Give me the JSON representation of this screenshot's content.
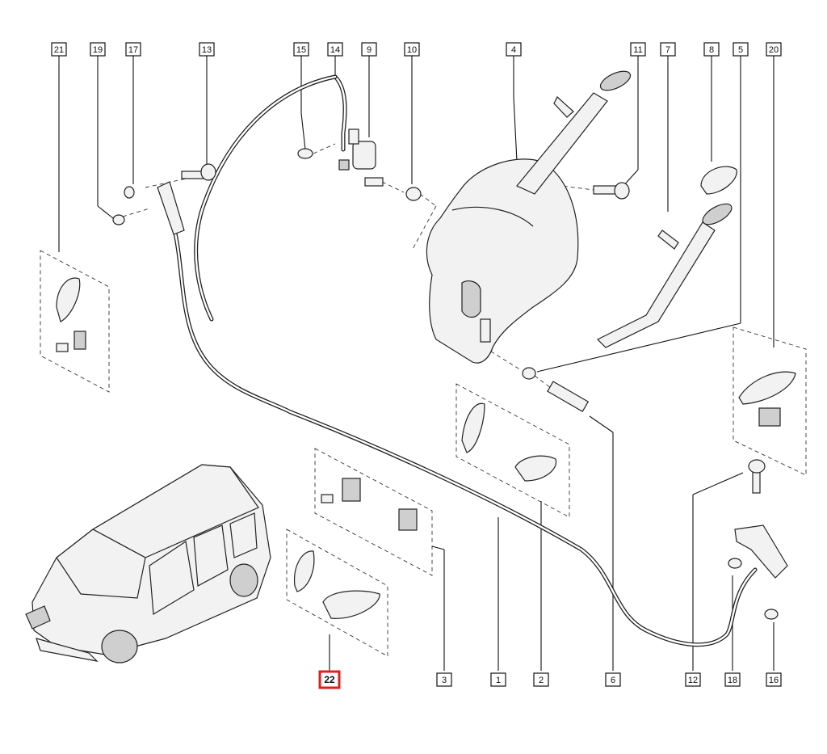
{
  "callouts": [
    {
      "id": "21",
      "selected": false
    },
    {
      "id": "19",
      "selected": false
    },
    {
      "id": "17",
      "selected": false
    },
    {
      "id": "13",
      "selected": false
    },
    {
      "id": "15",
      "selected": false
    },
    {
      "id": "14",
      "selected": false
    },
    {
      "id": "9",
      "selected": false
    },
    {
      "id": "10",
      "selected": false
    },
    {
      "id": "4",
      "selected": false
    },
    {
      "id": "11",
      "selected": false
    },
    {
      "id": "7",
      "selected": false
    },
    {
      "id": "8",
      "selected": false
    },
    {
      "id": "5",
      "selected": false
    },
    {
      "id": "20",
      "selected": false
    },
    {
      "id": "22",
      "selected": true
    },
    {
      "id": "3",
      "selected": false
    },
    {
      "id": "1",
      "selected": false
    },
    {
      "id": "2",
      "selected": false
    },
    {
      "id": "6",
      "selected": false
    },
    {
      "id": "12",
      "selected": false
    },
    {
      "id": "18",
      "selected": false
    },
    {
      "id": "16",
      "selected": false
    }
  ],
  "colors": {
    "selected_border": "#e0201b",
    "line": "#111111",
    "background": "#ffffff"
  }
}
